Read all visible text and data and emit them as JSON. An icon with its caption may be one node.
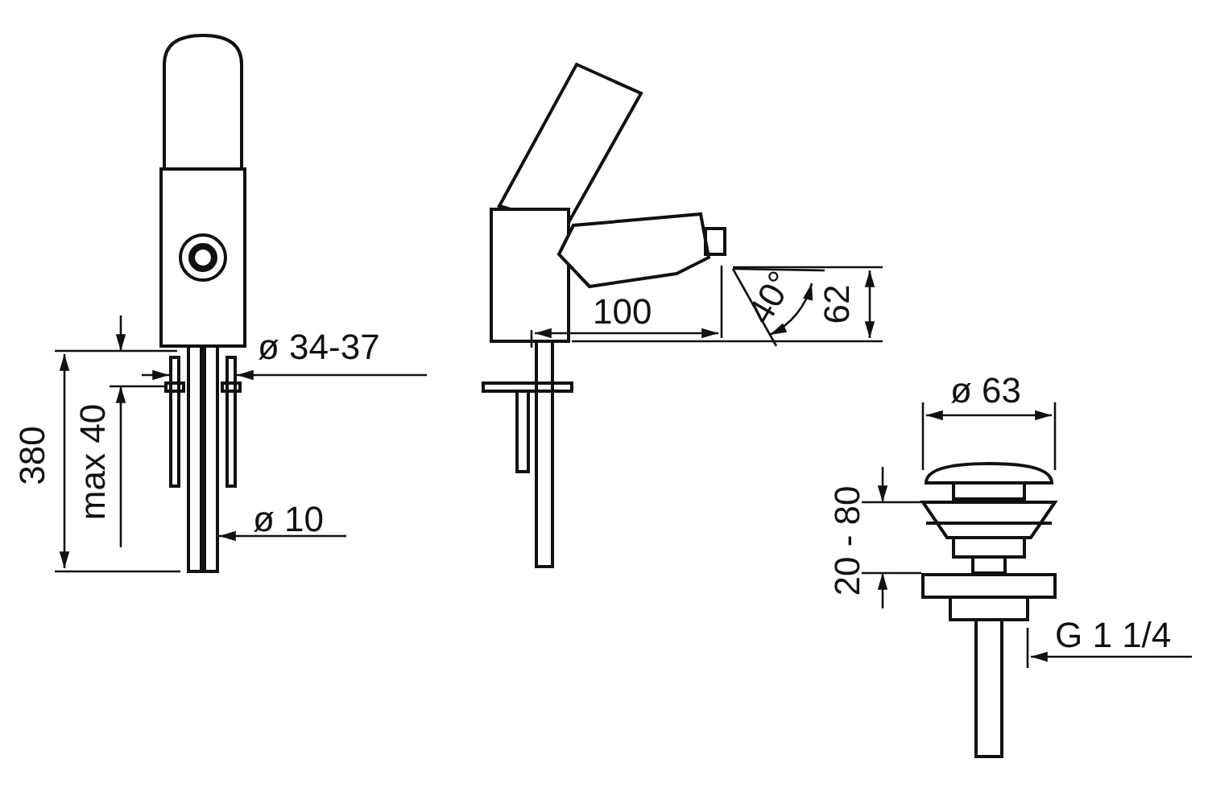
{
  "diagram": {
    "labels": [
      "ø 34-37",
      "380",
      "max 40",
      "ø 10",
      "100",
      "40°",
      "62",
      "ø 63",
      "20 - 80",
      "G 1 1/4"
    ]
  }
}
